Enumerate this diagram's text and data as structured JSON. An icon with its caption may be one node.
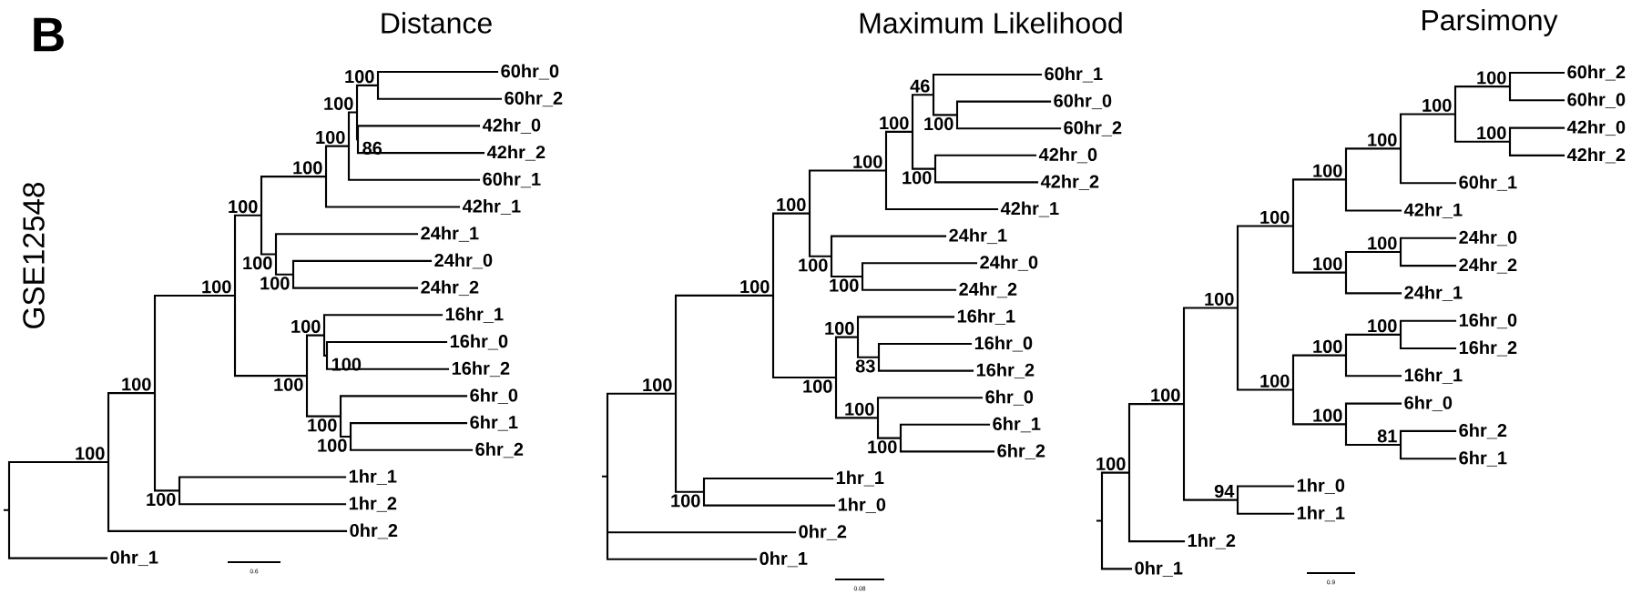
{
  "diagram": {
    "labels": [
      "B",
      "GSE12548",
      "Distance",
      "100",
      "100",
      "100",
      "100",
      "100",
      "100",
      "100",
      "100",
      "60hr_0",
      "60hr_2",
      "86",
      "42hr_0",
      "42hr_2",
      "60hr_1",
      "42hr_1",
      "100",
      "24hr_1",
      "100",
      "24hr_0",
      "24hr_2",
      "100",
      "100",
      "16hr_1",
      "100",
      "16hr_0",
      "16hr_2",
      "100",
      "6hr_0",
      "100",
      "6hr_1",
      "6hr_2",
      "100",
      "1hr_1",
      "1hr_2",
      "0hr_2",
      "0hr_1",
      "0.6",
      "Maximum Likelihood",
      "100",
      "100",
      "100",
      "100",
      "100",
      "46",
      "60hr_1",
      "100",
      "60hr_0",
      "60hr_2",
      "100",
      "42hr_0",
      "42hr_2",
      "42hr_1",
      "100",
      "24hr_1",
      "100",
      "24hr_0",
      "24hr_2",
      "100",
      "100",
      "16hr_1",
      "83",
      "16hr_0",
      "16hr_2",
      "100",
      "6hr_0",
      "100",
      "6hr_1",
      "6hr_2",
      "100",
      "1hr_1",
      "1hr_0",
      "0hr_2",
      "0hr_1",
      "0.08",
      "Parsimony",
      "100",
      "100",
      "100",
      "100",
      "100",
      "100",
      "100",
      "100",
      "60hr_2",
      "60hr_0",
      "100",
      "42hr_0",
      "42hr_2",
      "60hr_1",
      "42hr_1",
      "100",
      "100",
      "24hr_0",
      "24hr_2",
      "24hr_1",
      "100",
      "100",
      "100",
      "16hr_0",
      "16hr_2",
      "16hr_1",
      "100",
      "6hr_0",
      "81",
      "6hr_2",
      "6hr_1",
      "94",
      "1hr_0",
      "1hr_1",
      "1hr_2",
      "0hr_1",
      "0.9"
    ]
  }
}
